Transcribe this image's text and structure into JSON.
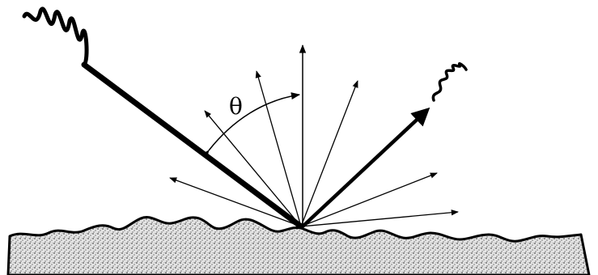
{
  "diagram": {
    "angle_label": "θ",
    "colors": {
      "ink": "#000000",
      "surface_fill": "#cfcfcf",
      "background": "#ffffff"
    },
    "elements": [
      "incident-wave-icon",
      "incident-ray",
      "scattered-rays",
      "specular-reflected-ray",
      "reflected-wave-icon",
      "surface-normal",
      "angle-arc",
      "rough-surface"
    ]
  }
}
